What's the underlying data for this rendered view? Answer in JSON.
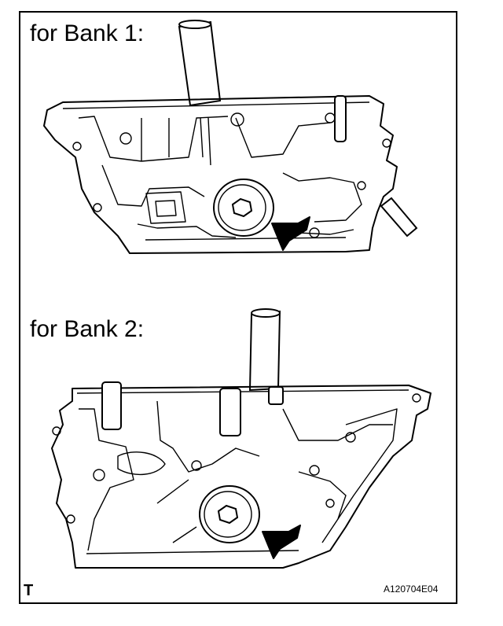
{
  "panels": [
    {
      "label": "for Bank 1:"
    },
    {
      "label": "for Bank 2:"
    }
  ],
  "footer": {
    "left_mark": "T",
    "figure_code": "A120704E04"
  },
  "colors": {
    "line": "#000000",
    "background": "#ffffff"
  }
}
